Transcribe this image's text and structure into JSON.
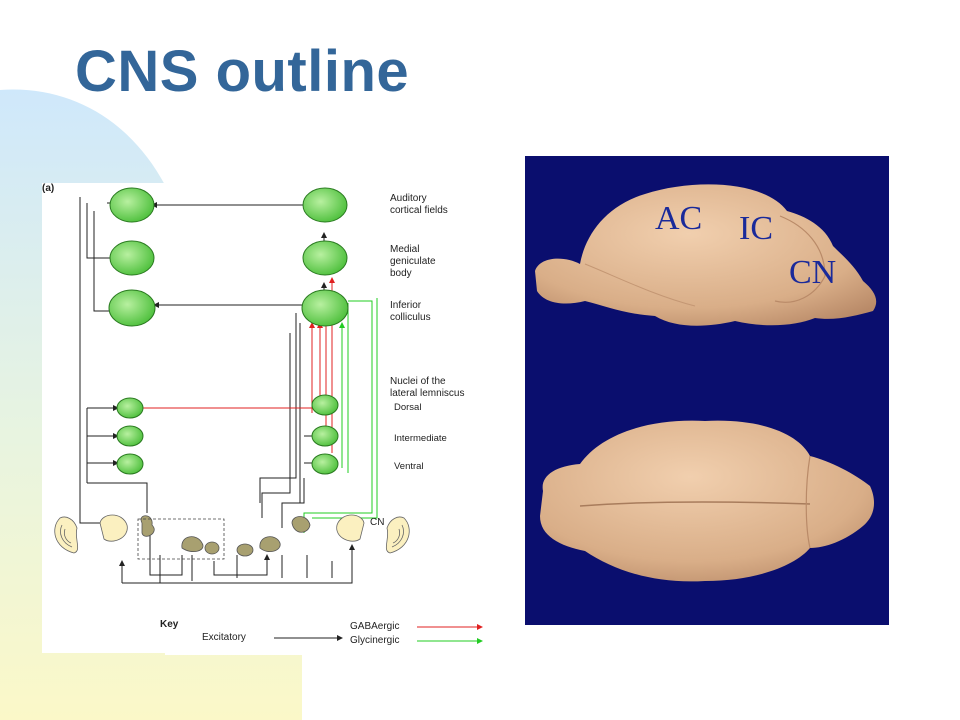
{
  "slide": {
    "title": "CNS outline"
  },
  "diagram": {
    "panel_label": "(a)",
    "levels": {
      "auditory_cortical": "Auditory\ncortical fields",
      "medial_geniculate": "Medial\ngeniculate\nbody",
      "inferior_colliculus": "Inferior\ncolliculus",
      "lateral_lemniscus": "Nuclei of the\nlateral lemniscus",
      "dorsal": "Dorsal",
      "intermediate": "Intermediate",
      "ventral": "Ventral"
    },
    "cn_label": "CN",
    "key": {
      "title": "Key",
      "excitatory": "Excitatory",
      "gabaergic": "GABAergic",
      "glycinergic": "Glycinergic"
    },
    "colors": {
      "nucleus_fill": "#55cc44",
      "excitatory": "#222222",
      "gabaergic": "#e02020",
      "glycinergic": "#22cc22",
      "brainstem_fill": "#a8a070"
    }
  },
  "photo": {
    "labels": {
      "ac": "AC",
      "ic": "IC",
      "cn": "CN"
    },
    "colors": {
      "background": "#0a0e6e",
      "brain": "#d9b08c",
      "label": "#1a2a9a"
    }
  }
}
